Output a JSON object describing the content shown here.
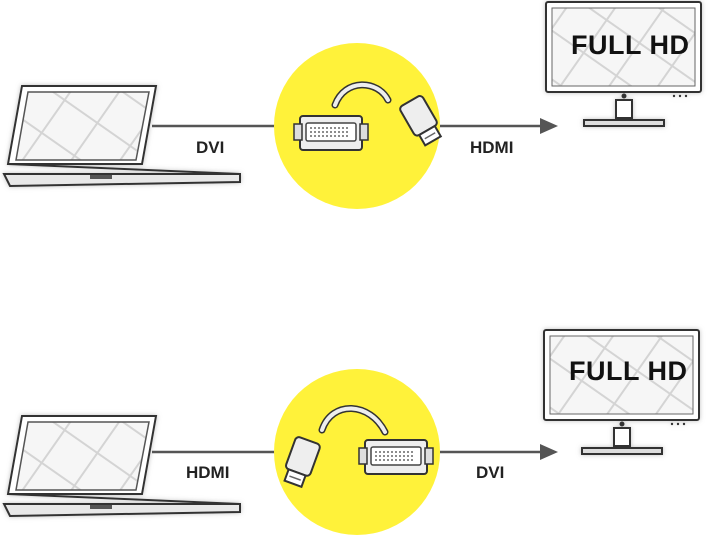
{
  "rows": [
    {
      "input_label": "DVI",
      "output_label": "HDMI",
      "monitor_text": "FULL HD",
      "adapter": "dvi-to-hdmi"
    },
    {
      "input_label": "HDMI",
      "output_label": "DVI",
      "monitor_text": "FULL HD",
      "adapter": "hdmi-to-dvi"
    }
  ],
  "colors": {
    "circle": "#fff23a",
    "line": "#555555",
    "outline": "#333333"
  }
}
